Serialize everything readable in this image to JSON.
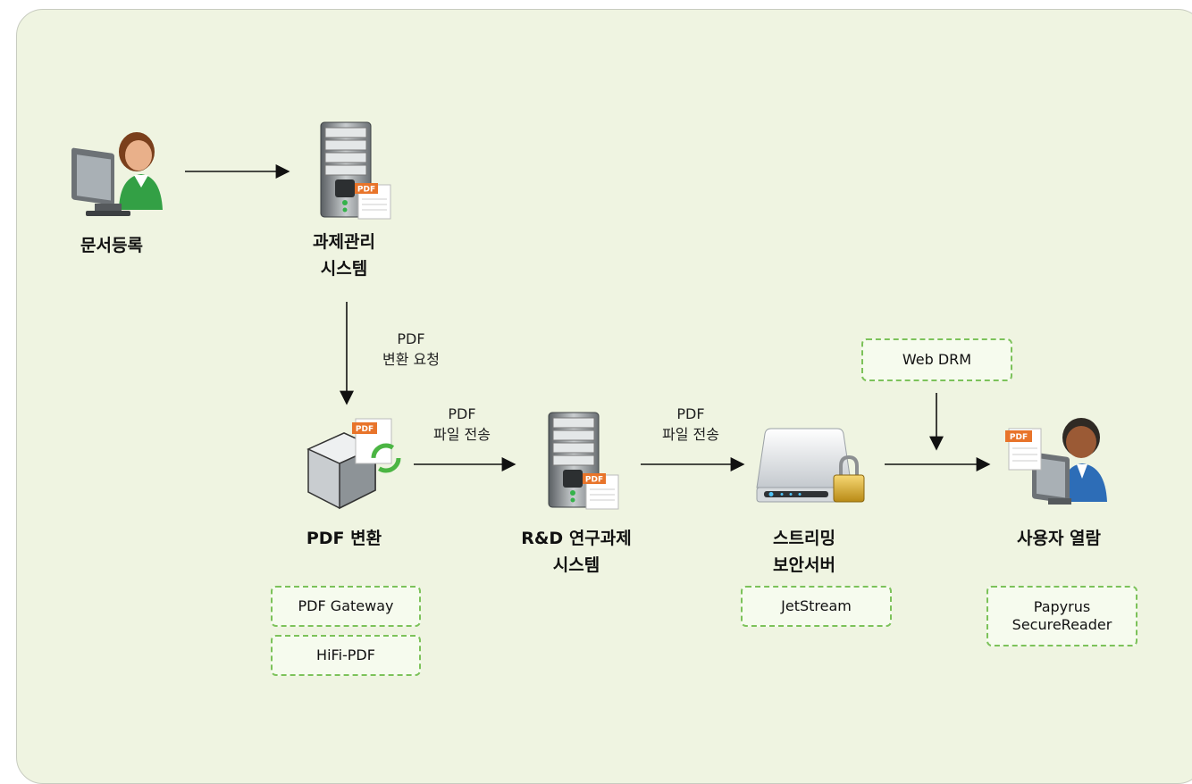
{
  "nodes": {
    "doc_register": {
      "label": "문서등록"
    },
    "task_system": {
      "label_line1": "과제관리",
      "label_line2": "시스템"
    },
    "pdf_convert": {
      "label": "PDF 변환"
    },
    "rnd_system": {
      "label_line1": "R&D 연구과제",
      "label_line2": "시스템"
    },
    "streaming_server": {
      "label_line1": "스트리밍",
      "label_line2": "보안서버"
    },
    "user_view": {
      "label": "사용자 열람"
    }
  },
  "edges": {
    "convert_request": {
      "line1": "PDF",
      "line2": "변환 요청"
    },
    "transfer_1": {
      "line1": "PDF",
      "line2": "파일 전송"
    },
    "transfer_2": {
      "line1": "PDF",
      "line2": "파일 전송"
    }
  },
  "tags": {
    "pdf_gateway": "PDF Gateway",
    "hifi_pdf": "HiFi-PDF",
    "web_drm": "Web DRM",
    "jetstream": "JetStream",
    "papyrus_line1": "Papyrus",
    "papyrus_line2": "SecureReader"
  },
  "icon_text": {
    "pdf_badge": "PDF"
  },
  "colors": {
    "panel_bg": "#eff4e1",
    "tag_border": "#7cc25a",
    "pdf_badge": "#e8742a",
    "arrow": "#111111"
  },
  "icons": [
    "user-female-computer-icon",
    "server-pdf-icon",
    "pdf-converter-icon",
    "hard-drive-lock-icon",
    "user-male-computer-icon"
  ]
}
